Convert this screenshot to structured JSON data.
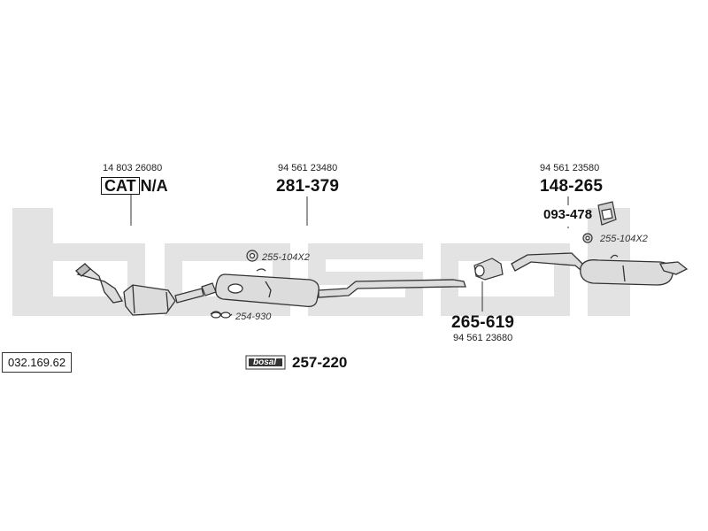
{
  "diagram_code": "032.169.62",
  "watermark": "bosal",
  "parts": {
    "catalyst": {
      "oe_number": "14 803 26080",
      "cat_label": "CAT",
      "part_number": "N/A"
    },
    "front_silencer": {
      "oe_number": "94 561 23480",
      "part_number": "281-379"
    },
    "mid_pipe": {
      "oe_number": "94 561 23680",
      "part_number": "265-619"
    },
    "rear_silencer": {
      "oe_number": "94 561 23580",
      "part_number": "148-265"
    },
    "mounting": {
      "part_number": "093-478"
    },
    "fitting_kit": {
      "part_number": "257-220",
      "logo": "bosal"
    }
  },
  "references": {
    "gasket_ring": "255-104X2",
    "gasket_flange": "254-930",
    "rear_ring": "255-104X2"
  },
  "colors": {
    "watermark": "#e3e3e3",
    "part_fill": "#dcdcdc",
    "part_stroke": "#333333"
  }
}
